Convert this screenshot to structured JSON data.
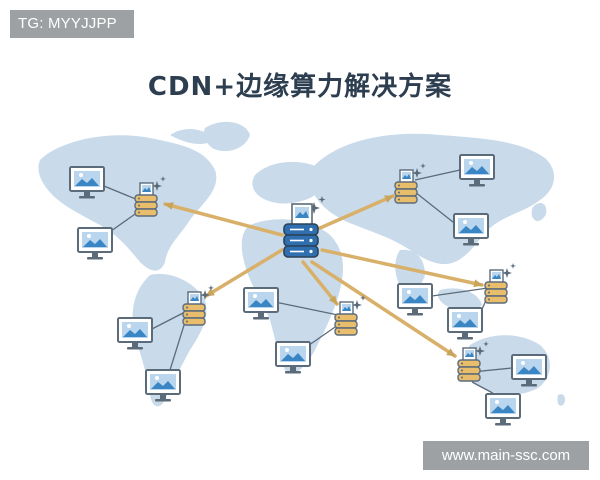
{
  "watermark_tag": "TG: MYYJJPP",
  "title": "CDN+边缘算力解决方案",
  "website": "www.main-ssc.com",
  "colors": {
    "map": "#c9dbeb",
    "monitor_frame": "#5b6b7a",
    "monitor_screen": "#b9d6ee",
    "server_main": "#2f6fb0",
    "server_edge": "#e8bd6c",
    "arrow": "#d8b06a",
    "title": "#2d3e50",
    "watermark_bg": "#9ea1a4"
  },
  "icons": {
    "server": "server-icon",
    "monitor": "monitor-icon",
    "sparkle": "sparkle-icon"
  }
}
